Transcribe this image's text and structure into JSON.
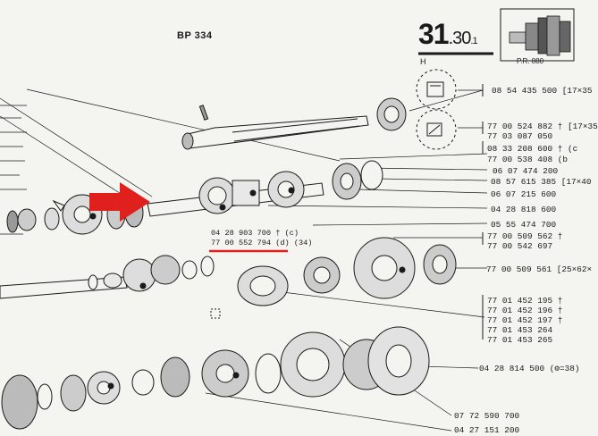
{
  "header": {
    "model": "BP 334",
    "section_main": "31",
    "section_sub": ".30",
    "section_suffix": ".1",
    "letter": "H",
    "pr": "P.R. 880"
  },
  "parts": [
    {
      "id": "p1",
      "text": "08 54 435 500 [17×35"
    },
    {
      "id": "p2",
      "text": "77 00 524 882 † [17×35"
    },
    {
      "id": "p3",
      "text": "77 03 087 050"
    },
    {
      "id": "p4",
      "text": "08 33 208 600 † (c"
    },
    {
      "id": "p5",
      "text": "77 00 538 408 (b"
    },
    {
      "id": "p6",
      "text": "06 07 474 200"
    },
    {
      "id": "p7",
      "text": "08 57 615 385 [17×40"
    },
    {
      "id": "p8",
      "text": "06 07 215 600"
    },
    {
      "id": "p9",
      "text": "04 28 818 600"
    },
    {
      "id": "p10",
      "text": "05 55 474 700"
    },
    {
      "id": "p11",
      "text": "77 00 509 562 †"
    },
    {
      "id": "p12",
      "text": "77 00 542 697"
    },
    {
      "id": "p13",
      "text": "77 00 509 561 [25×62×"
    },
    {
      "id": "p14",
      "text": "77 01 452 195 †"
    },
    {
      "id": "p15",
      "text": "77 01 452 196 †"
    },
    {
      "id": "p16",
      "text": "77 01 452 197 †"
    },
    {
      "id": "p17",
      "text": "77 01 453 264"
    },
    {
      "id": "p18",
      "text": "77 01 453 265"
    },
    {
      "id": "p19",
      "text": "04 28 814 500 (⚙=38)"
    },
    {
      "id": "p20",
      "text": "07 72 590 700"
    },
    {
      "id": "p21",
      "text": "04 27 151 200"
    }
  ],
  "callout": {
    "line1": "04 28 903 700 † (c)",
    "line2": "77 00 552 794 (d) (34)"
  },
  "colors": {
    "ink": "#1a1a1a",
    "paper": "#f4f4f1",
    "highlight": "#e0201c"
  }
}
